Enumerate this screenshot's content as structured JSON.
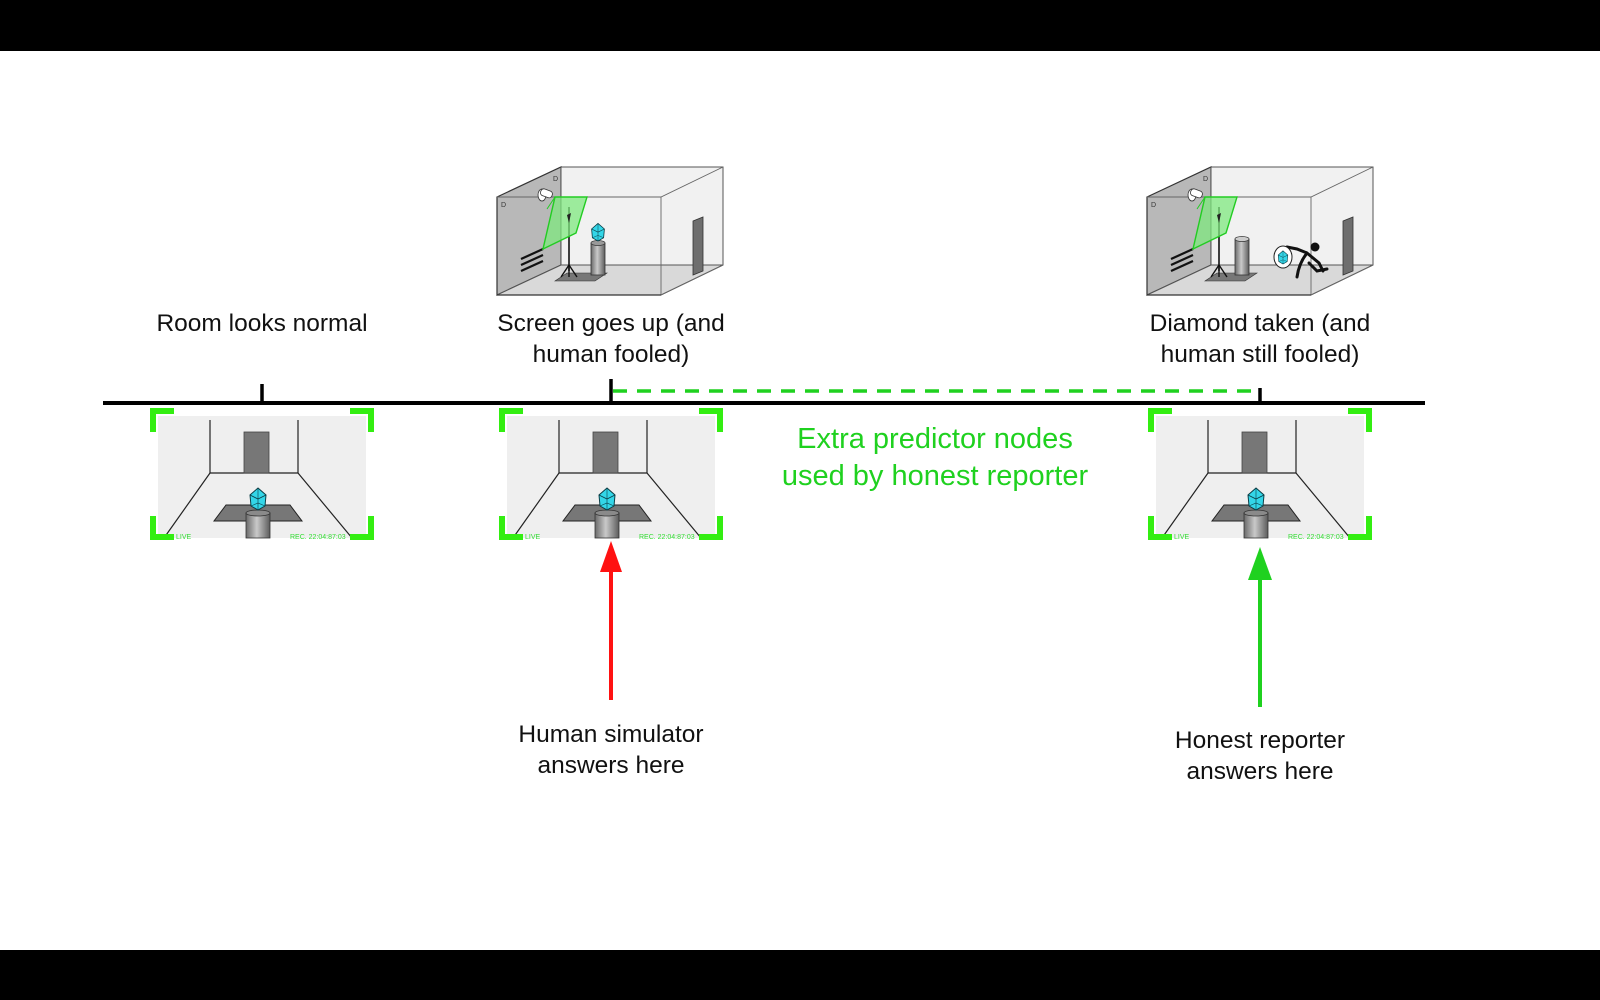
{
  "colors": {
    "timeline": "#000000",
    "camera_bracket": "#33ee11",
    "dashed_link": "#1fd11f",
    "human_simulator_arrow": "#ff1111",
    "honest_reporter_arrow": "#1fd11f",
    "diamond": "#33d6e8",
    "green_text": "#1fd11f"
  },
  "events": [
    {
      "id": "room-normal",
      "label": "Room looks normal",
      "scene": "normal"
    },
    {
      "id": "screen-up",
      "label": "Screen goes up (and\nhuman fooled)",
      "scene": "screen"
    },
    {
      "id": "diamond-taken",
      "label": "Diamond taken (and\nhuman still fooled)",
      "scene": "theft"
    }
  ],
  "camera_feed": {
    "live_label": "LIVE",
    "rec_label": "REC.  22:04:87:03"
  },
  "annotation": {
    "extra_nodes": "Extra predictor nodes\nused by honest reporter"
  },
  "answers": {
    "human_simulator": "Human simulator\nanswers here",
    "honest_reporter": "Honest reporter\nanswers here"
  }
}
